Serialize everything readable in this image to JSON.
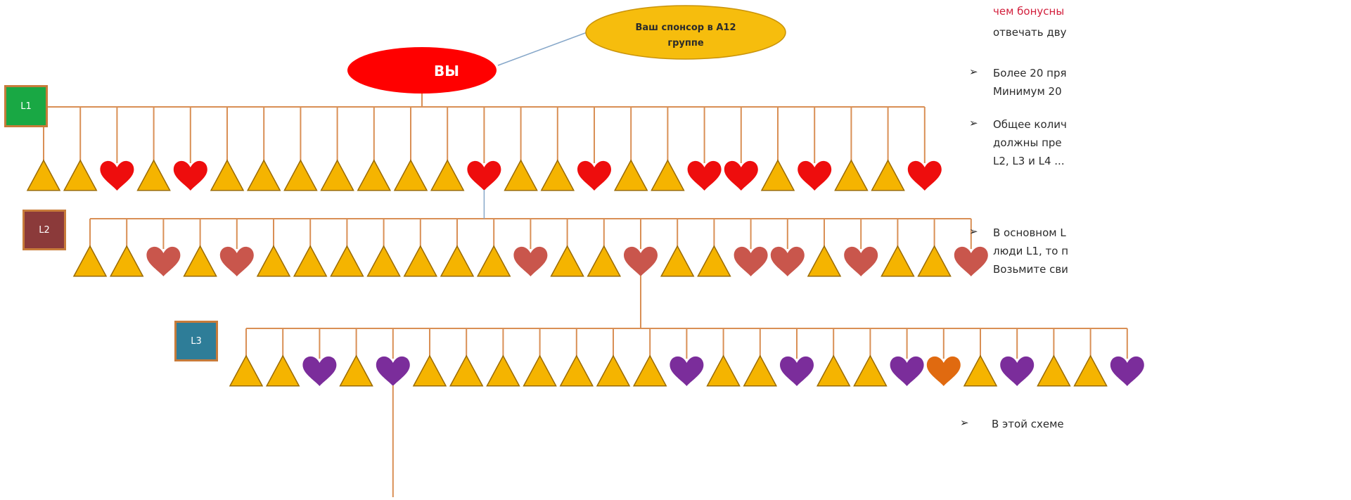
{
  "colors": {
    "line": "#d98f55",
    "connector": "#86a7c9",
    "triangle": "#f5b400",
    "triangle_stroke": "#9a6a00",
    "l1_heart": "#ee0d0d",
    "l2_heart": "#c9564c",
    "l3_heart": "#7b2d9b",
    "l3_alt_heart": "#e06a10",
    "you_fill": "#ff0000",
    "sponsor_fill": "#f6bd0d",
    "l1_box": "#19a844",
    "l2_box": "#8b3a3a",
    "l3_box": "#2e7d98",
    "side_red": "#d21f3c"
  },
  "you": {
    "label": "ВЫ"
  },
  "sponsor": {
    "line1": "Ваш спонсор в А12",
    "line2": "группе"
  },
  "levels": [
    {
      "label": "L1",
      "pattern": [
        "triangle",
        "triangle",
        "heart",
        "triangle",
        "heart",
        "triangle",
        "triangle",
        "triangle",
        "triangle",
        "triangle",
        "triangle",
        "triangle",
        "heart",
        "triangle",
        "triangle",
        "heart",
        "triangle",
        "triangle",
        "heart",
        "heart",
        "triangle",
        "heart",
        "triangle",
        "triangle",
        "heart"
      ]
    },
    {
      "label": "L2",
      "pattern": [
        "triangle",
        "triangle",
        "heart",
        "triangle",
        "heart",
        "triangle",
        "triangle",
        "triangle",
        "triangle",
        "triangle",
        "triangle",
        "triangle",
        "heart",
        "triangle",
        "triangle",
        "heart",
        "triangle",
        "triangle",
        "heart",
        "heart",
        "triangle",
        "heart",
        "triangle",
        "triangle",
        "heart"
      ]
    },
    {
      "label": "L3",
      "pattern": [
        "triangle",
        "triangle",
        "heart",
        "triangle",
        "heart",
        "triangle",
        "triangle",
        "triangle",
        "triangle",
        "triangle",
        "triangle",
        "triangle",
        "heart",
        "triangle",
        "triangle",
        "heart",
        "triangle",
        "triangle",
        "heart",
        "heart-alt",
        "triangle",
        "heart",
        "triangle",
        "triangle",
        "heart"
      ]
    }
  ],
  "side_text": {
    "line1": "чем бонусны",
    "line2": "отвечать дву",
    "b1_line1": "Более 20 пря",
    "b1_line2": "Минимум 20",
    "b2_line1": "Общее колич",
    "b2_line2": "должны пре",
    "b2_line3": "L2, L3 и L4 ...",
    "b3_line1": "В основном L",
    "b3_line2": "люди L1, то п",
    "b3_line3": "Возьмите сви",
    "b4_line1": "В этой схеме",
    "bullet": "➢"
  }
}
